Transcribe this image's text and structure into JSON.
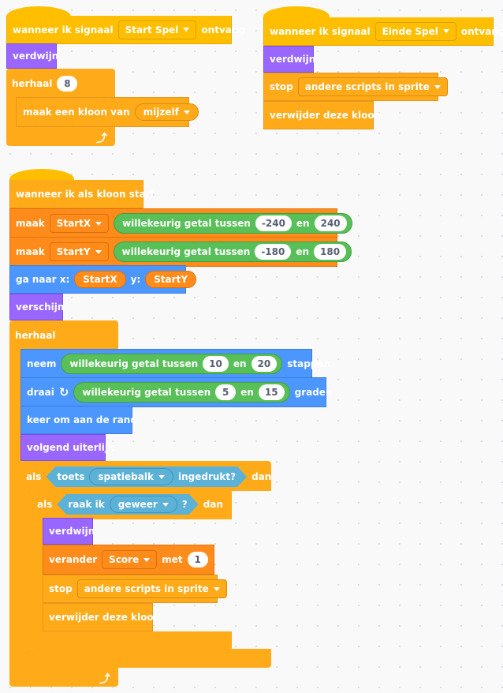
{
  "script1": {
    "hat_text": "wanneer ik signaal",
    "hat_menu": "Start Spel",
    "hat_suffix": "ontvang",
    "hide": "verdwijn",
    "repeat": "herhaal",
    "repeat_count": "8",
    "clone_text": "maak een kloon van",
    "clone_target": "mijzelf"
  },
  "script2": {
    "hat_text": "wanneer ik signaal",
    "hat_menu": "Einde Spel",
    "hat_suffix": "ontvang",
    "hide": "verdwijn",
    "stop": "stop",
    "stop_menu": "andere scripts in sprite",
    "delete_clone": "verwijder deze kloon"
  },
  "script3": {
    "hat_text": "wanneer ik als kloon start",
    "set1": {
      "label": "maak",
      "var": "StartX",
      "random": "willekeurig getal tussen",
      "min": "-240",
      "and": "en",
      "max": "240"
    },
    "set2": {
      "label": "maak",
      "var": "StartY",
      "random": "willekeurig getal tussen",
      "min": "-180",
      "and": "en",
      "max": "180"
    },
    "goto": {
      "label": "ga naar x:",
      "x": "StartX",
      "ylabel": "y:",
      "y": "StartY"
    },
    "show": "verschijn",
    "forever": "herhaal",
    "move": {
      "label": "neem",
      "random": "willekeurig getal tussen",
      "min": "10",
      "and": "en",
      "max": "20",
      "suffix": "stappen"
    },
    "turn": {
      "label": "draai",
      "random": "willekeurig getal tussen",
      "min": "5",
      "and": "en",
      "max": "15",
      "suffix": "graden"
    },
    "bounce": "keer om aan de rand",
    "next_costume": "volgend uiterlijk",
    "if1": {
      "label": "als",
      "key_label": "toets",
      "key": "spatiebalk",
      "pressed": "ingedrukt?",
      "then": "dan"
    },
    "if2": {
      "label": "als",
      "touch_label": "raak ik",
      "touch": "geweer",
      "q": "?",
      "then": "dan"
    },
    "hide": "verdwijn",
    "change": {
      "label": "verander",
      "var": "Score",
      "by": "met",
      "value": "1"
    },
    "stop": "stop",
    "stop_menu": "andere scripts in sprite",
    "delete_clone": "verwijder deze kloon"
  }
}
